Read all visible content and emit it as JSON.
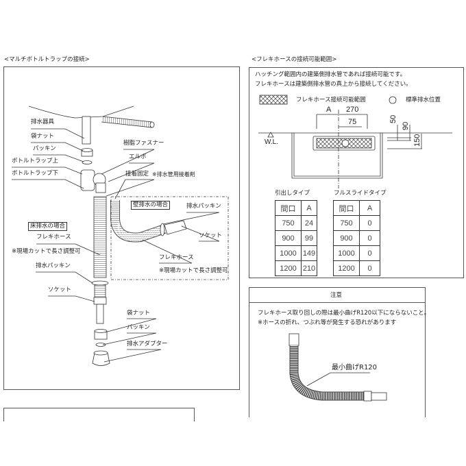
{
  "left_panel": {
    "title": "<マルチボトルトラップの接続>",
    "labels": {
      "drain_fixture": "排水器具",
      "bag_nut_top": "袋ナット",
      "packing_top": "パッキン",
      "bottle_trap_upper": "ボトルトラップ上",
      "bottle_trap_lower": "ボトルトラップ下",
      "resin_fastener": "樹脂ファスナー",
      "elbow": "エルボ",
      "adhesive_fix": "接着固定",
      "adhesive_note": "※排水管用接着剤",
      "wall_drain_case": "壁排水の場合",
      "wall_drain_packing": "排水パッキン",
      "wall_socket": "ソケット",
      "wall_flex_hose": "フレキホース",
      "wall_cut_note": "※現場カットで長さ調整可",
      "floor_drain_case": "床排水の場合",
      "floor_flex_hose": "フレキホース",
      "floor_cut_note": "※現場カットで長さ調整可",
      "floor_drain_packing": "排水パッキン",
      "floor_socket": "ソケット",
      "bag_nut_bottom": "袋ナット",
      "packing_bottom": "パッキン",
      "drain_adapter": "排水アダプター"
    }
  },
  "right_panel": {
    "title": "<フレキホースの接続可能範囲>",
    "note_line1": "ハッチング範囲内の建築側排水管であれば接続可能です。",
    "note_line2": "フレキホースは建築側排水管の真上から接続してください。",
    "legend_hatch": "フレキホース接続可能範囲",
    "legend_circle": "標準排水位置",
    "dim_a": "A",
    "dim_270": "270",
    "dim_75": "75",
    "dim_50": "50",
    "dim_90": "90",
    "dim_150": "150",
    "wl": "W.L.",
    "tables": [
      {
        "title": "引出しタイプ",
        "headers": [
          "間口",
          "A"
        ],
        "rows": [
          [
            "750",
            "24"
          ],
          [
            "900",
            "99"
          ],
          [
            "1000",
            "149"
          ],
          [
            "1200",
            "210"
          ]
        ]
      },
      {
        "title": "フルスライドタイプ",
        "headers": [
          "間口",
          "A"
        ],
        "rows": [
          [
            "750",
            "0"
          ],
          [
            "900",
            "0"
          ],
          [
            "1000",
            "0"
          ],
          [
            "1200",
            "0"
          ]
        ]
      }
    ]
  },
  "caution_panel": {
    "header": "注意",
    "line1": "フレキホース取り回しの際は最小曲げR120以下にならないこと。",
    "line2": "※ホースの折れ、つぶれ等が発生する恐れがあります",
    "bend_label": "最小曲げR120"
  }
}
